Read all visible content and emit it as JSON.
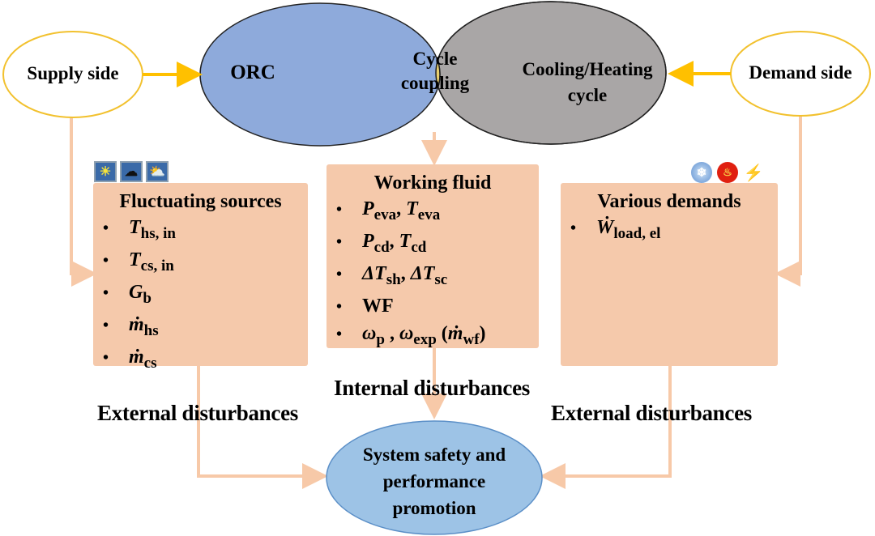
{
  "nodes": {
    "supply_side": "Supply side",
    "demand_side": "Demand side",
    "orc": "ORC",
    "cycle_coupling": [
      "Cycle",
      "coupling"
    ],
    "cooling_heating": [
      "Cooling/Heating",
      "cycle"
    ],
    "system_goal": [
      "System safety and",
      "performance",
      "promotion"
    ]
  },
  "boxes": {
    "fluctuating": {
      "title": "Fluctuating sources",
      "icons": [
        "sun-icon",
        "cloud-rain-icon",
        "cloud-sun-rain-icon"
      ],
      "items": [
        {
          "sym": "T",
          "sub": "hs, in"
        },
        {
          "sym": "T",
          "sub": "cs, in"
        },
        {
          "sym": "G",
          "sub": "b"
        },
        {
          "sym": "ṁ",
          "sub": "hs"
        },
        {
          "sym": "ṁ",
          "sub": "cs"
        }
      ]
    },
    "working_fluid": {
      "title": "Working fluid",
      "items": [
        "P_eva, T_eva",
        "P_cd, T_cd",
        "ΔT_sh, ΔT_sc",
        "WF",
        "ω_p , ω_exp (ṁ_wf)"
      ]
    },
    "various_demands": {
      "title": "Various demands",
      "icons": [
        "snowflake-icon",
        "heating-icon",
        "lightning-icon"
      ],
      "items": [
        {
          "sym": "Ẇ",
          "sub": "load, el"
        }
      ]
    }
  },
  "labels": {
    "internal": "Internal disturbances",
    "external_left": "External disturbances",
    "external_right": "External disturbances"
  },
  "colors": {
    "orc": "#8eaadb",
    "coupling": "#e8cf6e",
    "cooling": "#a9a6a6",
    "box": "#f5c9ab",
    "connector": "#f7c9a8",
    "arrow_gold": "#ffc000",
    "goal": "#9dc3e6"
  }
}
